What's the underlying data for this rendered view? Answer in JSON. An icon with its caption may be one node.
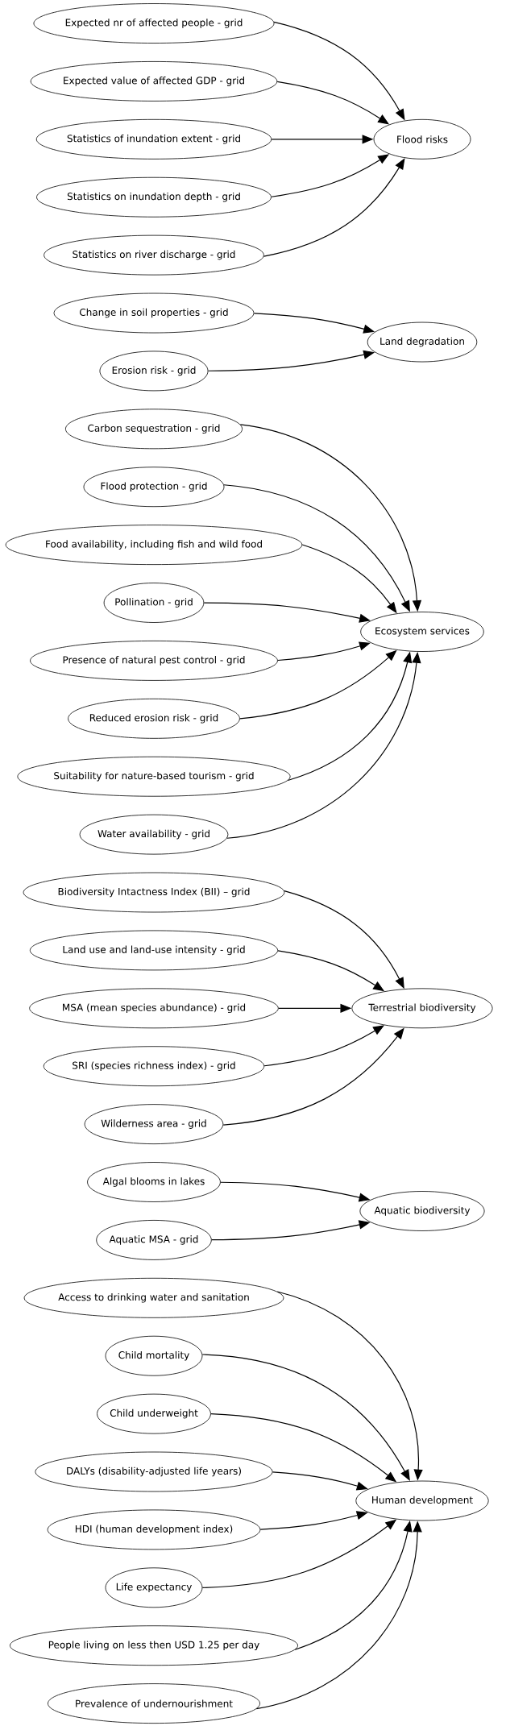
{
  "diagram": {
    "nodes": [
      {
        "text": [
          "Expected nr of affected people - grid"
        ]
      },
      {
        "text": [
          "Expected value of affected GDP - grid"
        ]
      },
      {
        "text": [
          "Statistics of inundation extent - grid"
        ]
      },
      {
        "text": [
          "Statistics on inundation depth - grid"
        ]
      },
      {
        "text": [
          "Statistics on river discharge - grid"
        ]
      },
      {
        "text": [
          "Flood risks"
        ]
      },
      {
        "text": [
          "Change in soil properties - grid"
        ]
      },
      {
        "text": [
          "Erosion risk - grid"
        ]
      },
      {
        "text": [
          "Land degradation"
        ]
      },
      {
        "text": [
          "Carbon sequestration - grid"
        ]
      },
      {
        "text": [
          "Flood protection - grid"
        ]
      },
      {
        "text": [
          "Food availability, including fish and wild food"
        ]
      },
      {
        "text": [
          "Pollination - grid"
        ]
      },
      {
        "text": [
          "Presence of natural pest control - grid"
        ]
      },
      {
        "text": [
          "Reduced erosion risk - grid"
        ]
      },
      {
        "text": [
          "Suitability for nature-based tourism - grid"
        ]
      },
      {
        "text": [
          "Water availability - grid"
        ]
      },
      {
        "text": [
          "Ecosystem services"
        ]
      },
      {
        "text": [
          "Biodiversity Intactness Index (BII) – grid"
        ]
      },
      {
        "text": [
          "Land use and land-use intensity - grid"
        ]
      },
      {
        "text": [
          "MSA (mean species abundance) - grid"
        ]
      },
      {
        "text": [
          "SRI (species richness index) - grid"
        ]
      },
      {
        "text": [
          "Wilderness area - grid"
        ]
      },
      {
        "text": [
          "Terrestrial biodiversity"
        ]
      },
      {
        "text": [
          "Algal blooms in lakes"
        ]
      },
      {
        "text": [
          "Aquatic MSA - grid"
        ]
      },
      {
        "text": [
          "Aquatic biodiversity"
        ]
      },
      {
        "text": [
          "Access to drinking water and sanitation"
        ]
      },
      {
        "text": [
          "Child mortality"
        ]
      },
      {
        "text": [
          "Child underweight"
        ]
      },
      {
        "text": [
          "DALYs (disability-adjusted life years)"
        ]
      },
      {
        "text": [
          "HDI (human development index)"
        ]
      },
      {
        "text": [
          "Life expectancy"
        ]
      },
      {
        "text": [
          "People living on less then USD 1.25 per day"
        ]
      },
      {
        "text": [
          "Prevalence of undernourishment"
        ]
      },
      {
        "text": [
          "Human development"
        ]
      }
    ],
    "edges": [
      {
        "from": 0,
        "to": 5,
        "arrow": "to"
      },
      {
        "from": 1,
        "to": 5,
        "arrow": "to"
      },
      {
        "from": 2,
        "to": 5,
        "arrow": "to"
      },
      {
        "from": 3,
        "to": 5,
        "arrow": "to"
      },
      {
        "from": 4,
        "to": 5,
        "arrow": "to"
      },
      {
        "from": 6,
        "to": 8,
        "arrow": "to"
      },
      {
        "from": 7,
        "to": 8,
        "arrow": "to"
      },
      {
        "from": 9,
        "to": 17,
        "arrow": "to"
      },
      {
        "from": 10,
        "to": 17,
        "arrow": "to"
      },
      {
        "from": 11,
        "to": 17,
        "arrow": "to"
      },
      {
        "from": 12,
        "to": 17,
        "arrow": "to"
      },
      {
        "from": 13,
        "to": 17,
        "arrow": "to"
      },
      {
        "from": 14,
        "to": 17,
        "arrow": "to"
      },
      {
        "from": 15,
        "to": 17,
        "arrow": "to"
      },
      {
        "from": 16,
        "to": 17,
        "arrow": "to"
      },
      {
        "from": 18,
        "to": 23,
        "arrow": "to"
      },
      {
        "from": 19,
        "to": 23,
        "arrow": "to"
      },
      {
        "from": 20,
        "to": 23,
        "arrow": "to"
      },
      {
        "from": 21,
        "to": 23,
        "arrow": "to"
      },
      {
        "from": 22,
        "to": 23,
        "arrow": "to"
      },
      {
        "from": 24,
        "to": 26,
        "arrow": "to"
      },
      {
        "from": 25,
        "to": 26,
        "arrow": "to"
      },
      {
        "from": 27,
        "to": 35,
        "arrow": "to"
      },
      {
        "from": 28,
        "to": 35,
        "arrow": "to"
      },
      {
        "from": 29,
        "to": 35,
        "arrow": "to"
      },
      {
        "from": 30,
        "to": 35,
        "arrow": "to"
      },
      {
        "from": 31,
        "to": 35,
        "arrow": "to"
      },
      {
        "from": 32,
        "to": 35,
        "arrow": "to"
      },
      {
        "from": 33,
        "to": 35,
        "arrow": "to"
      },
      {
        "from": 34,
        "to": 35,
        "arrow": "to"
      }
    ]
  }
}
